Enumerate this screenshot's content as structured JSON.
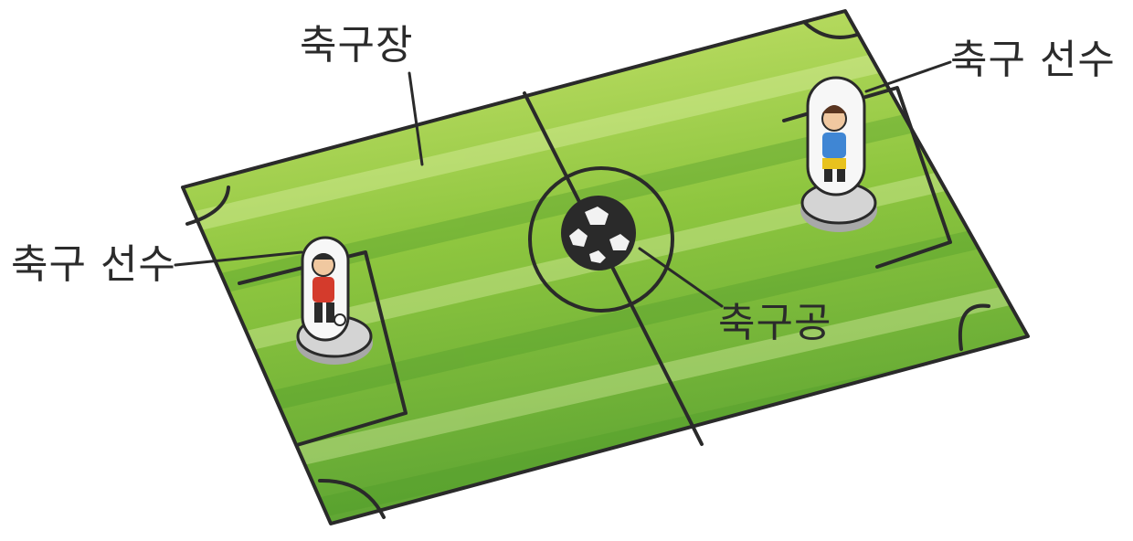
{
  "labels": {
    "field": "축구장",
    "player_right": "축구 선수",
    "player_left": "축구 선수",
    "ball": "축구공"
  },
  "colors": {
    "grass_light": "#b9dd5c",
    "grass_dark": "#5fa832",
    "line": "#2a2a2a",
    "player_base": "#c9c9c9",
    "ball": "#2a2a2a"
  }
}
